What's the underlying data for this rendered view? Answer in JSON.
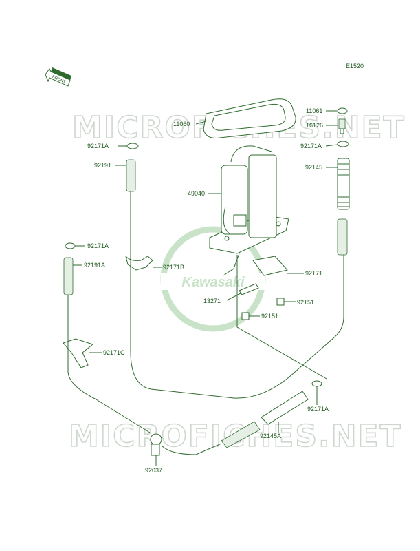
{
  "diagram_code": "E1520",
  "front_label": "FRONT",
  "watermark_text": "MICROFICHES.NET",
  "logo_text": "Kawasaki",
  "colors": {
    "line": "#2e6b2e",
    "text": "#1f5a1f",
    "watermark": "#cfd6cf",
    "logo": "#c9e3c9"
  },
  "parts": [
    {
      "key": "p11061",
      "label": "11061"
    },
    {
      "key": "p16126",
      "label": "16126"
    },
    {
      "key": "p11060",
      "label": "11060"
    },
    {
      "key": "p92171a_tl",
      "label": "92171A"
    },
    {
      "key": "p92171a_tr",
      "label": "92171A"
    },
    {
      "key": "p92191",
      "label": "92191"
    },
    {
      "key": "p92145",
      "label": "92145"
    },
    {
      "key": "p49040",
      "label": "49040"
    },
    {
      "key": "p92171a_ml",
      "label": "92171A"
    },
    {
      "key": "p92191a",
      "label": "92191A"
    },
    {
      "key": "p92171b",
      "label": "92171B"
    },
    {
      "key": "p92171",
      "label": "92171"
    },
    {
      "key": "p13271",
      "label": "13271"
    },
    {
      "key": "p92151_a",
      "label": "92151"
    },
    {
      "key": "p92151_b",
      "label": "92151"
    },
    {
      "key": "p92171c",
      "label": "92171C"
    },
    {
      "key": "p92171a_br",
      "label": "92171A"
    },
    {
      "key": "p92145a",
      "label": "92145A"
    },
    {
      "key": "p92037",
      "label": "92037"
    }
  ]
}
